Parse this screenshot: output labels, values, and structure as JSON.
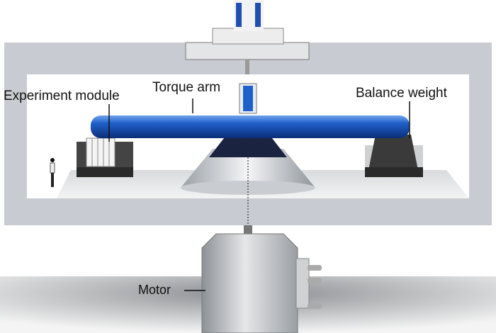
{
  "labels": {
    "experiment_module": "Experiment module",
    "torque_arm": "Torque arm",
    "balance_weight": "Balance weight",
    "motor": "Motor"
  },
  "colors": {
    "frame": "#c8ccd2",
    "arm": "#1f5fc8",
    "inner_panel": "#ffffff"
  }
}
